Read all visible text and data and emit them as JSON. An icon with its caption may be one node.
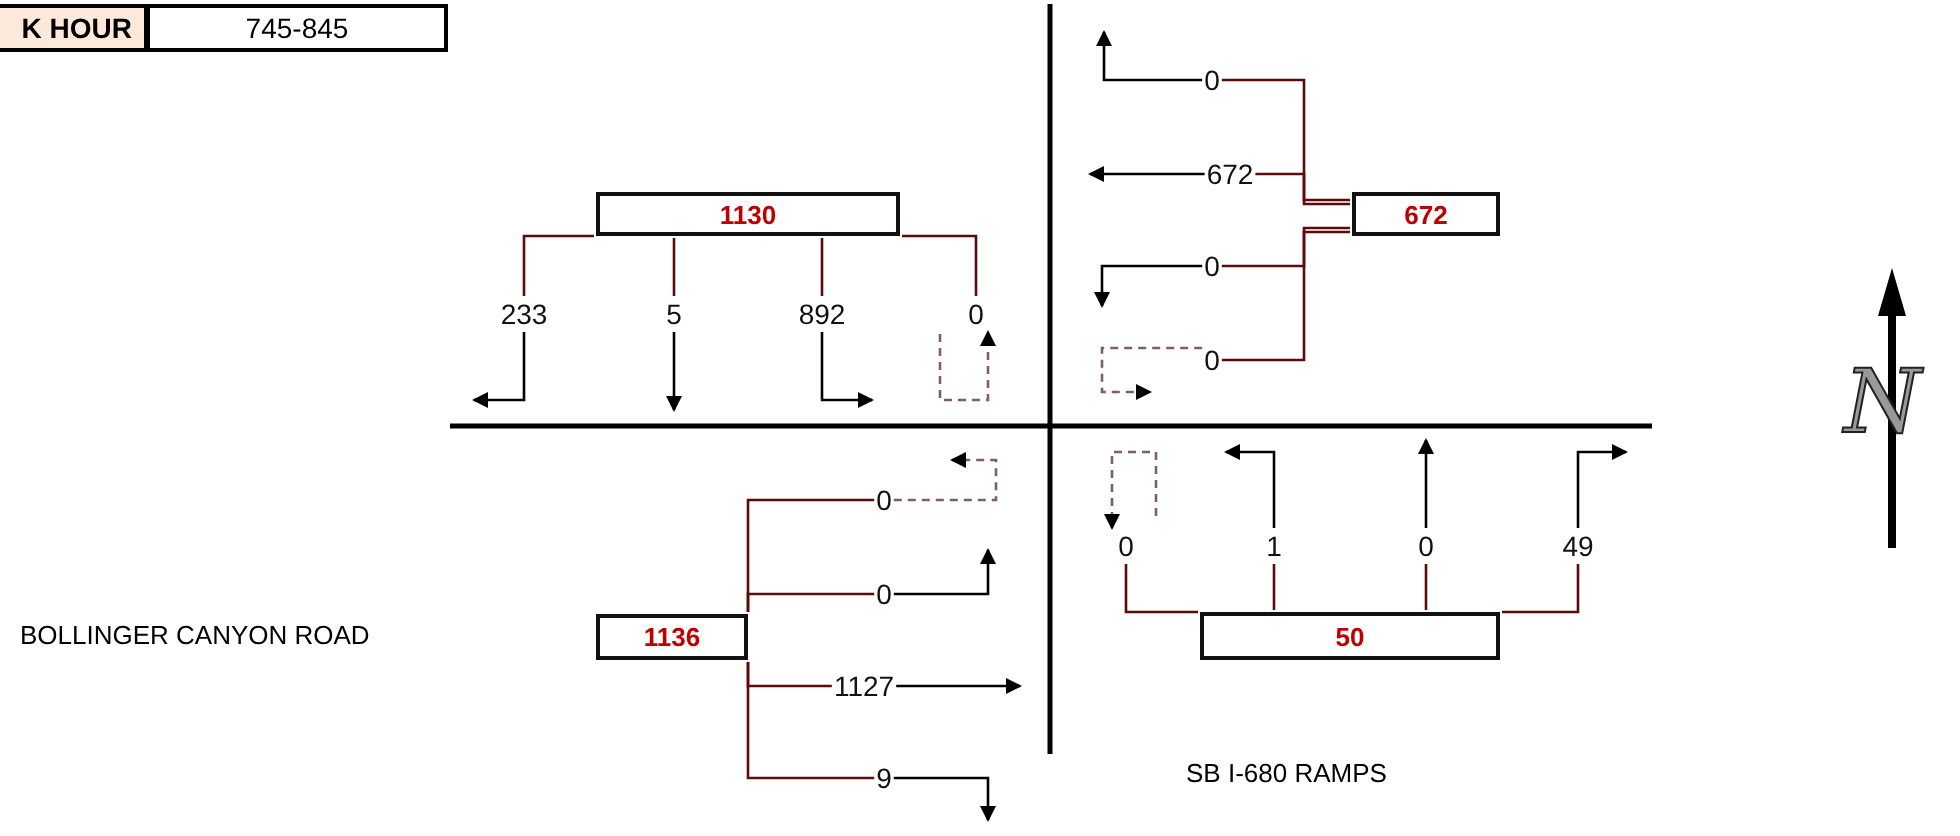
{
  "diagram": {
    "nodes": [
      {
        "text": [
          "1130"
        ]
      },
      {
        "text": [
          "233"
        ]
      },
      {
        "text": [
          "5"
        ]
      },
      {
        "text": [
          "892"
        ]
      },
      {
        "text": [
          "0"
        ]
      },
      {
        "text": [
          "0"
        ]
      },
      {
        "text": [
          "672"
        ]
      },
      {
        "text": [
          "672"
        ]
      },
      {
        "text": [
          "0"
        ]
      },
      {
        "text": [
          "0"
        ]
      },
      {
        "text": [
          "0"
        ]
      },
      {
        "text": [
          "0"
        ]
      },
      {
        "text": [
          "1136"
        ]
      },
      {
        "text": [
          "1127"
        ]
      },
      {
        "text": [
          "9"
        ]
      },
      {
        "text": [
          "0"
        ]
      },
      {
        "text": [
          "1"
        ]
      },
      {
        "text": [
          "0"
        ]
      },
      {
        "text": [
          "49"
        ]
      },
      {
        "text": [
          "50"
        ]
      }
    ],
    "edges": [
      {
        "from": 0,
        "to": 1,
        "arrow": "none",
        "color": "#5c0a0a"
      },
      {
        "from": 0,
        "to": 2,
        "arrow": "none",
        "color": "#5c0a0a"
      },
      {
        "from": 0,
        "to": 3,
        "arrow": "none",
        "color": "#5c0a0a"
      },
      {
        "from": 0,
        "to": 4,
        "arrow": "none",
        "color": "#5c0a0a"
      },
      {
        "from": 1,
        "to": null,
        "arrow": "to",
        "color": "#000000"
      },
      {
        "from": 2,
        "to": null,
        "arrow": "to",
        "color": "#000000"
      },
      {
        "from": 3,
        "to": null,
        "arrow": "to",
        "color": "#000000"
      },
      {
        "from": null,
        "to": 4,
        "arrow": "to",
        "style": "dashed",
        "color": "#7f5f5f"
      },
      {
        "from": 7,
        "to": 5,
        "arrow": "none",
        "color": "#5c0a0a"
      },
      {
        "from": 7,
        "to": 6,
        "arrow": "none",
        "color": "#5c0a0a"
      },
      {
        "from": 7,
        "to": 8,
        "arrow": "none",
        "color": "#5c0a0a"
      },
      {
        "from": 7,
        "to": 9,
        "arrow": "none",
        "color": "#5c0a0a"
      },
      {
        "from": 5,
        "to": null,
        "arrow": "to",
        "color": "#000000"
      },
      {
        "from": 6,
        "to": null,
        "arrow": "to",
        "color": "#000000"
      },
      {
        "from": 8,
        "to": null,
        "arrow": "to",
        "color": "#000000"
      },
      {
        "from": 9,
        "to": null,
        "arrow": "to",
        "style": "dashed",
        "color": "#7f5f5f"
      },
      {
        "from": 12,
        "to": 10,
        "arrow": "none",
        "color": "#5c0a0a"
      },
      {
        "from": 12,
        "to": 11,
        "arrow": "none",
        "color": "#5c0a0a"
      },
      {
        "from": 12,
        "to": 13,
        "arrow": "none",
        "color": "#5c0a0a"
      },
      {
        "from": 12,
        "to": 14,
        "arrow": "none",
        "color": "#5c0a0a"
      },
      {
        "from": 10,
        "to": null,
        "arrow": "to",
        "style": "dashed",
        "color": "#7f5f5f"
      },
      {
        "from": 11,
        "to": null,
        "arrow": "to",
        "color": "#000000"
      },
      {
        "from": 13,
        "to": null,
        "arrow": "to",
        "color": "#000000"
      },
      {
        "from": 14,
        "to": null,
        "arrow": "to",
        "color": "#000000"
      },
      {
        "from": 19,
        "to": 15,
        "arrow": "none",
        "color": "#5c0a0a"
      },
      {
        "from": 19,
        "to": 16,
        "arrow": "none",
        "color": "#5c0a0a"
      },
      {
        "from": 19,
        "to": 17,
        "arrow": "none",
        "color": "#5c0a0a"
      },
      {
        "from": 19,
        "to": 18,
        "arrow": "none",
        "color": "#5c0a0a"
      },
      {
        "from": null,
        "to": 15,
        "arrow": "to",
        "style": "dashed",
        "color": "#7f5f5f"
      },
      {
        "from": 16,
        "to": null,
        "arrow": "to",
        "color": "#000000"
      },
      {
        "from": 17,
        "to": null,
        "arrow": "to",
        "color": "#000000"
      },
      {
        "from": 18,
        "to": null,
        "arrow": "to",
        "color": "#000000"
      }
    ],
    "labels": [
      "K HOUR",
      "745-845",
      "BOLLINGER CANYON ROAD",
      "SB I-680 RAMPS",
      "N"
    ]
  }
}
